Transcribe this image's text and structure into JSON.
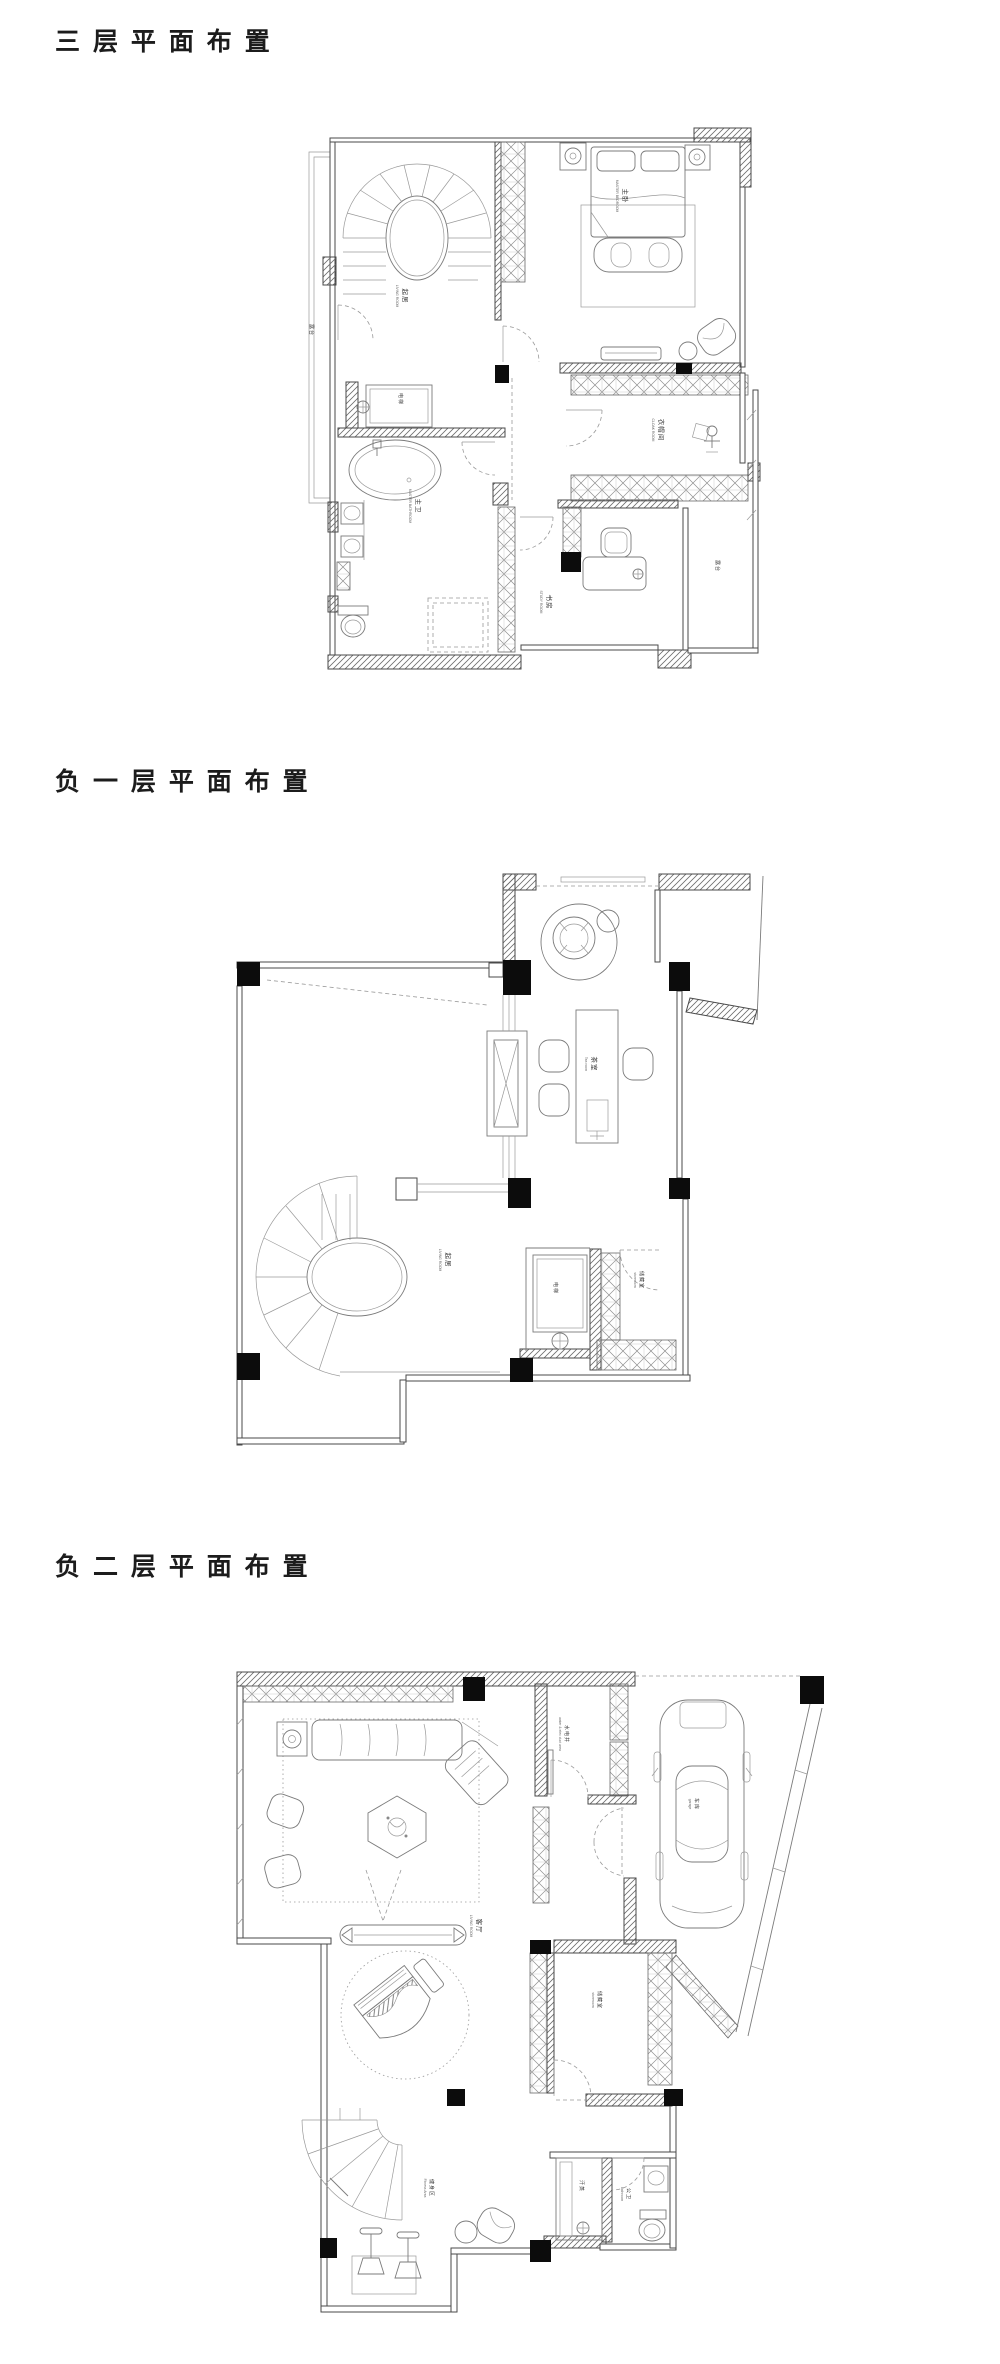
{
  "page": {
    "background": "#ffffff",
    "ink": "#1c1c1c"
  },
  "floor3": {
    "title": "三 层 平 面 布 置",
    "rooms": {
      "living": {
        "cn": "起居",
        "en": "LIVING ROOM"
      },
      "master_bedroom": {
        "cn": "主卧",
        "en": "MASTER BEDROOM"
      },
      "elevator": {
        "cn": "电梯",
        "en": ""
      },
      "master_bath": {
        "cn": "主卫",
        "en": "MASTER BATHROOM"
      },
      "cloak": {
        "cn": "衣帽间",
        "en": "CLOAK ROOM"
      },
      "study": {
        "cn": "书房",
        "en": "STUDY ROOM"
      },
      "terrace_left": {
        "cn": "露台",
        "en": ""
      },
      "terrace_right": {
        "cn": "露台",
        "en": ""
      }
    }
  },
  "floorB1": {
    "title": "负 一 层 平 面 布 置",
    "rooms": {
      "tea": {
        "cn": "茶室",
        "en": "Tea room"
      },
      "living": {
        "cn": "起居",
        "en": "LIVING ROOM"
      },
      "elevator": {
        "cn": "电梯",
        "en": ""
      },
      "storage": {
        "cn": "储藏室",
        "en": "storeroom"
      }
    }
  },
  "floorB2": {
    "title": "负 二 层 平 面 布 置",
    "rooms": {
      "living": {
        "cn": "客厅",
        "en": "LIVING ROOM"
      },
      "garage": {
        "cn": "车库",
        "en": "garage"
      },
      "duct": {
        "cn": "水电井",
        "en": "water & elec duct area"
      },
      "storage": {
        "cn": "储藏室",
        "en": "storeroom"
      },
      "fitness": {
        "cn": "健身区",
        "en": "Fitness Area"
      },
      "sauna": {
        "cn": "汗蒸",
        "en": ""
      },
      "bath": {
        "cn": "公卫",
        "en": "bathroom"
      }
    }
  }
}
